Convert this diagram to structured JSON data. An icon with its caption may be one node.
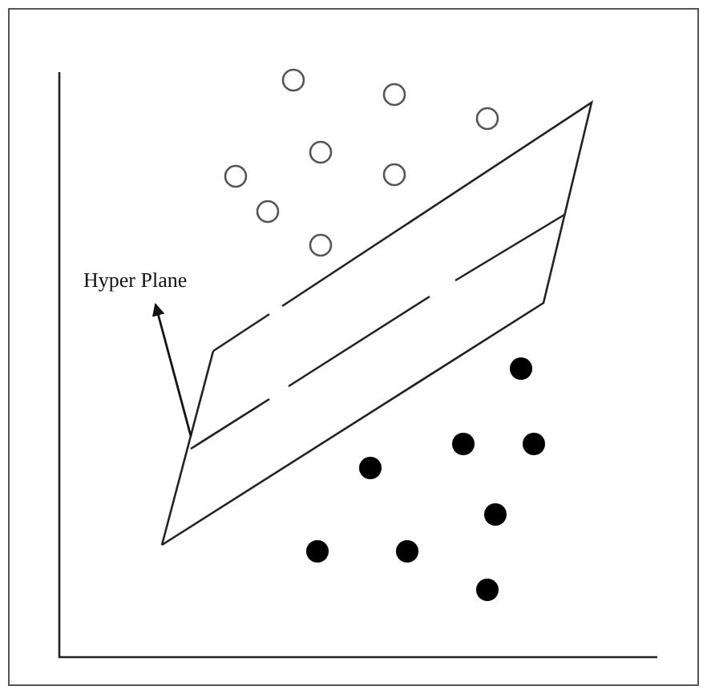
{
  "diagram": {
    "nodes": [
      {
        "text": [
          "Hyper Plane"
        ]
      },
      {
        "text": [],
        "shape": "picture"
      }
    ],
    "edges": [
      {
        "from": 1,
        "to": 0,
        "arrow": "to"
      }
    ]
  }
}
